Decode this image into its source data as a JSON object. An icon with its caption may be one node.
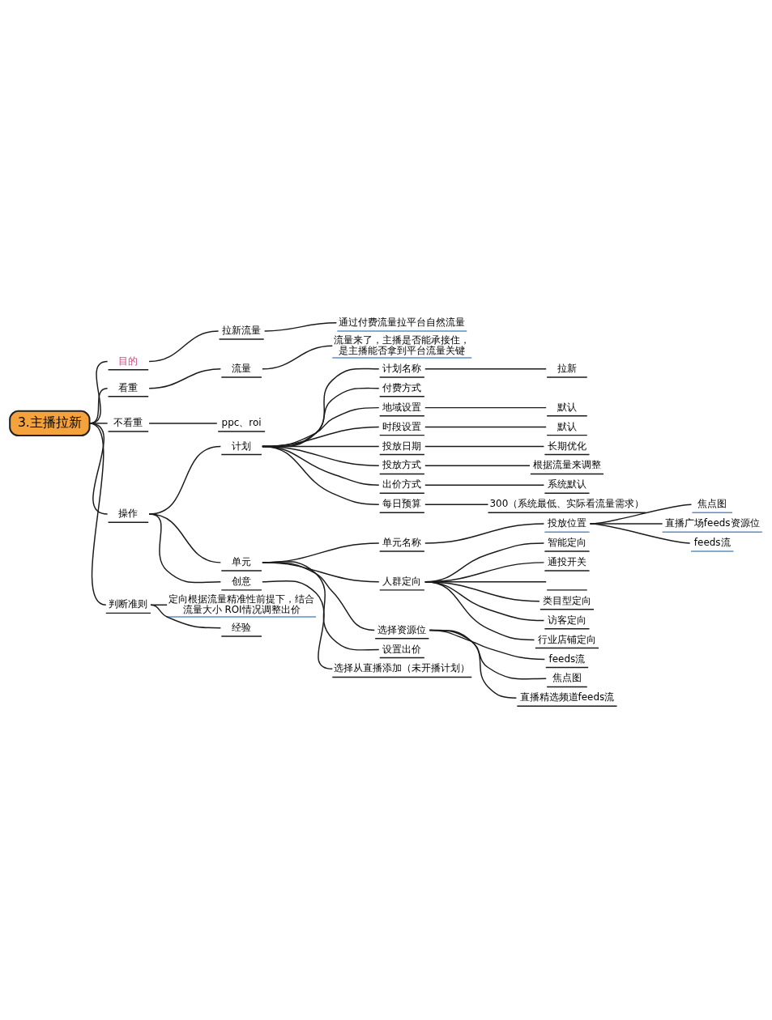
{
  "diagram": {
    "nodes": [
      {
        "text": [
          "3.主播拉新"
        ]
      },
      {
        "text": [
          "目的"
        ]
      },
      {
        "text": [
          "拉新流量"
        ]
      },
      {
        "text": [
          "通过付费流量拉平台自然流量"
        ]
      },
      {
        "text": [
          "看重"
        ]
      },
      {
        "text": [
          "流量"
        ]
      },
      {
        "text": [
          "流量来了，主播是否能承接住，是主播能否拿到平台流量关键"
        ]
      },
      {
        "text": [
          "不看重"
        ]
      },
      {
        "text": [
          "ppc、roi"
        ]
      },
      {
        "text": [
          "操作"
        ]
      },
      {
        "text": [
          "计划"
        ]
      },
      {
        "text": [
          "计划名称"
        ]
      },
      {
        "text": [
          "拉新"
        ]
      },
      {
        "text": [
          "付费方式"
        ]
      },
      {
        "text": [
          "地域设置"
        ]
      },
      {
        "text": [
          "默认"
        ]
      },
      {
        "text": [
          "时段设置"
        ]
      },
      {
        "text": [
          "默认"
        ]
      },
      {
        "text": [
          "投放日期"
        ]
      },
      {
        "text": [
          "长期优化"
        ]
      },
      {
        "text": [
          "投放方式"
        ]
      },
      {
        "text": [
          "根据流量来调整"
        ]
      },
      {
        "text": [
          "出价方式"
        ]
      },
      {
        "text": [
          "系统默认"
        ]
      },
      {
        "text": [
          "每日预算"
        ]
      },
      {
        "text": [
          "300（系统最低、实际看流量需求）"
        ]
      },
      {
        "text": [
          "单元"
        ]
      },
      {
        "text": [
          "单元名称"
        ]
      },
      {
        "text": [
          "投放位置"
        ]
      },
      {
        "text": [
          "焦点图"
        ]
      },
      {
        "text": [
          "直播广场feeds资源位"
        ]
      },
      {
        "text": [
          "feeds流"
        ]
      },
      {
        "text": [
          "人群定向"
        ]
      },
      {
        "text": [
          "智能定向"
        ]
      },
      {
        "text": [
          "通投开关"
        ]
      },
      {
        "text": [],
        "shape": "bar"
      },
      {
        "text": [
          "类目型定向"
        ]
      },
      {
        "text": [
          "访客定向"
        ]
      },
      {
        "text": [
          "行业店铺定向"
        ]
      },
      {
        "text": [
          "选择资源位"
        ]
      },
      {
        "text": [
          "feeds流"
        ]
      },
      {
        "text": [
          "焦点图"
        ]
      },
      {
        "text": [
          "直播精选频道feeds流"
        ]
      },
      {
        "text": [
          "设置出价"
        ]
      },
      {
        "text": [
          "创意"
        ]
      },
      {
        "text": [
          "选择从直播添加（未开播计划）"
        ]
      },
      {
        "text": [
          "判断准则"
        ]
      },
      {
        "text": [
          "定向根据流量精准性前提下，结合流量大小 ROI情况调整出价"
        ]
      },
      {
        "text": [
          "经验"
        ]
      }
    ],
    "edges": [
      {
        "from": 0,
        "to": 1,
        "arrow": "none"
      },
      {
        "from": 1,
        "to": 2,
        "arrow": "none"
      },
      {
        "from": 2,
        "to": 3,
        "arrow": "none"
      },
      {
        "from": 0,
        "to": 4,
        "arrow": "none"
      },
      {
        "from": 4,
        "to": 5,
        "arrow": "none"
      },
      {
        "from": 5,
        "to": 6,
        "arrow": "none"
      },
      {
        "from": 0,
        "to": 7,
        "arrow": "none"
      },
      {
        "from": 7,
        "to": 8,
        "arrow": "none"
      },
      {
        "from": 0,
        "to": 9,
        "arrow": "none"
      },
      {
        "from": 9,
        "to": 10,
        "arrow": "none"
      },
      {
        "from": 10,
        "to": 11,
        "arrow": "none"
      },
      {
        "from": 11,
        "to": 12,
        "arrow": "none"
      },
      {
        "from": 10,
        "to": 13,
        "arrow": "none"
      },
      {
        "from": 10,
        "to": 14,
        "arrow": "none"
      },
      {
        "from": 14,
        "to": 15,
        "arrow": "none"
      },
      {
        "from": 10,
        "to": 16,
        "arrow": "none"
      },
      {
        "from": 16,
        "to": 17,
        "arrow": "none"
      },
      {
        "from": 10,
        "to": 18,
        "arrow": "none"
      },
      {
        "from": 18,
        "to": 19,
        "arrow": "none"
      },
      {
        "from": 10,
        "to": 20,
        "arrow": "none"
      },
      {
        "from": 20,
        "to": 21,
        "arrow": "none"
      },
      {
        "from": 10,
        "to": 22,
        "arrow": "none"
      },
      {
        "from": 22,
        "to": 23,
        "arrow": "none"
      },
      {
        "from": 10,
        "to": 24,
        "arrow": "none"
      },
      {
        "from": 24,
        "to": 25,
        "arrow": "none"
      },
      {
        "from": 9,
        "to": 26,
        "arrow": "none"
      },
      {
        "from": 26,
        "to": 27,
        "arrow": "none"
      },
      {
        "from": 27,
        "to": 28,
        "arrow": "none"
      },
      {
        "from": 28,
        "to": 29,
        "arrow": "none"
      },
      {
        "from": 28,
        "to": 30,
        "arrow": "none"
      },
      {
        "from": 28,
        "to": 31,
        "arrow": "none"
      },
      {
        "from": 26,
        "to": 32,
        "arrow": "none"
      },
      {
        "from": 32,
        "to": 33,
        "arrow": "none"
      },
      {
        "from": 32,
        "to": 34,
        "arrow": "none"
      },
      {
        "from": 32,
        "to": 35,
        "arrow": "none"
      },
      {
        "from": 32,
        "to": 36,
        "arrow": "none"
      },
      {
        "from": 32,
        "to": 37,
        "arrow": "none"
      },
      {
        "from": 32,
        "to": 38,
        "arrow": "none"
      },
      {
        "from": 26,
        "to": 39,
        "arrow": "none"
      },
      {
        "from": 39,
        "to": 40,
        "arrow": "none"
      },
      {
        "from": 39,
        "to": 41,
        "arrow": "none"
      },
      {
        "from": 39,
        "to": 42,
        "arrow": "none"
      },
      {
        "from": 26,
        "to": 43,
        "arrow": "none"
      },
      {
        "from": 9,
        "to": 44,
        "arrow": "none"
      },
      {
        "from": 44,
        "to": 45,
        "arrow": "none"
      },
      {
        "from": 0,
        "to": 46,
        "arrow": "none"
      },
      {
        "from": 46,
        "to": 47,
        "arrow": "none"
      },
      {
        "from": 46,
        "to": 48,
        "arrow": "none"
      }
    ]
  }
}
